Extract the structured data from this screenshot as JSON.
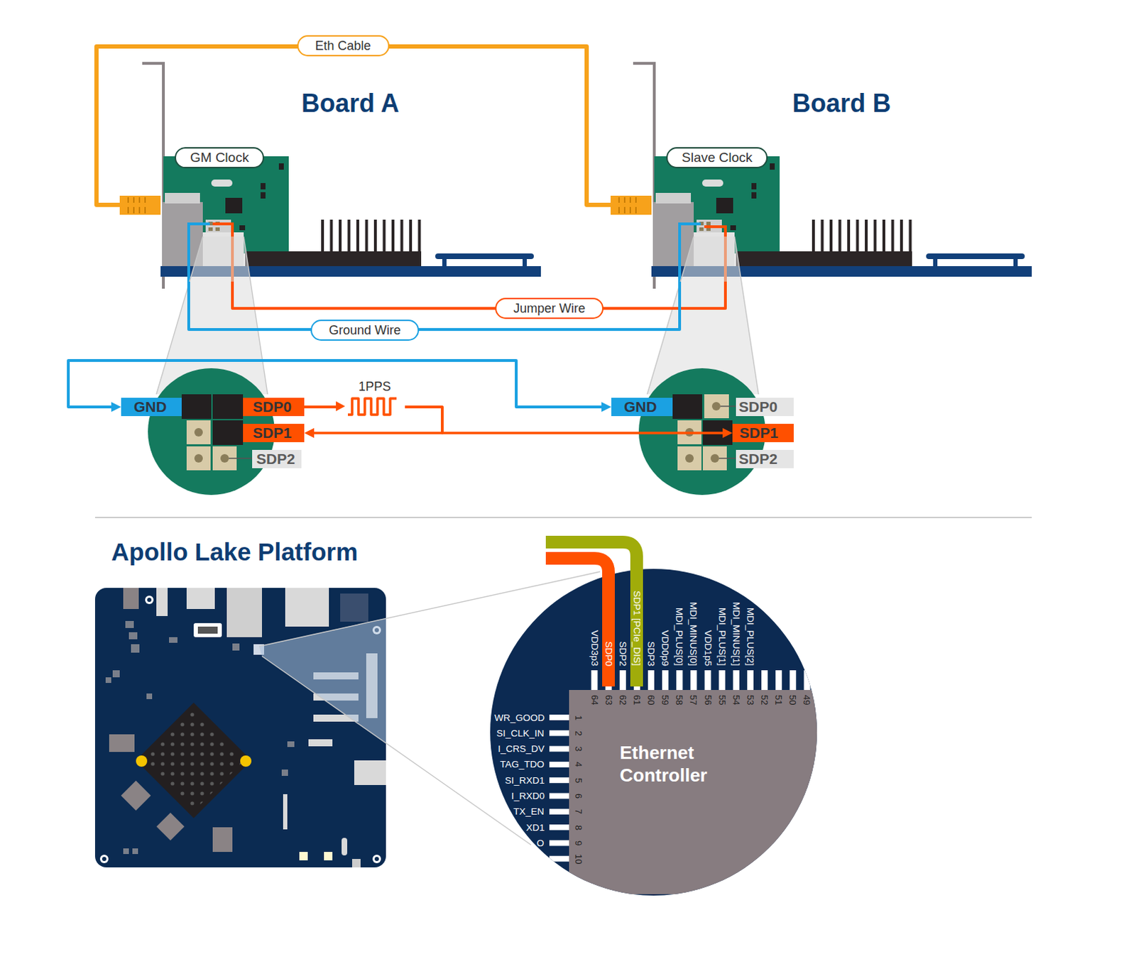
{
  "diagram": {
    "nodes": [
      {
        "text": [
          "Board A"
        ]
      },
      {
        "text": [
          "GM Clock"
        ],
        "in": 0
      },
      {
        "text": [
          "Board B"
        ]
      },
      {
        "text": [
          "Slave Clock"
        ],
        "in": 2
      },
      {
        "text": [
          "GND"
        ]
      },
      {
        "text": [
          "SDP0"
        ]
      },
      {
        "text": [
          "SDP1"
        ]
      },
      {
        "text": [
          "SDP2"
        ]
      },
      {
        "text": [
          "GND"
        ]
      },
      {
        "text": [
          "SDP0"
        ]
      },
      {
        "text": [
          "SDP1"
        ]
      },
      {
        "text": [
          "SDP2"
        ]
      },
      {
        "text": [
          "Ethernet Controller"
        ]
      }
    ],
    "edges": [
      {
        "from": 0,
        "to": 2,
        "label": "Eth Cable",
        "arrow": "none"
      },
      {
        "from": 0,
        "to": 2,
        "label": "Jumper Wire",
        "arrow": "none"
      },
      {
        "from": 0,
        "to": 2,
        "label": "Ground Wire",
        "arrow": "none"
      },
      {
        "from": 4,
        "to": 8,
        "arrow": "both"
      },
      {
        "from": 5,
        "to": 10,
        "label": "1PPS",
        "arrow": "to"
      },
      {
        "from": 5,
        "to": 6,
        "arrow": "to"
      }
    ],
    "labels": [
      "Apollo Lake Platform",
      "VDD3p3",
      "SDP0",
      "SDP2",
      "SDP1 [PCIe_DIS]",
      "SDP3",
      "VDD0p9",
      "MDI_PLUS[0]",
      "MDI_MINUS[0]",
      "VDD1p5",
      "MDI_PLUS[1]",
      "MDI_MINUS[1]",
      "MDI_PLUS[2]",
      "64",
      "63",
      "62",
      "61",
      "60",
      "59",
      "58",
      "57",
      "56",
      "55",
      "54",
      "53",
      "52",
      "51",
      "50",
      "49",
      "1",
      "2",
      "3",
      "4",
      "5",
      "6",
      "7",
      "8",
      "9",
      "10",
      "WR_GOOD",
      "SI_CLK_IN",
      "I_CRS_DV",
      "TAG_TDO",
      "SI_RXD1",
      "I_RXD0",
      "TX_EN",
      "XD1",
      "O"
    ]
  }
}
